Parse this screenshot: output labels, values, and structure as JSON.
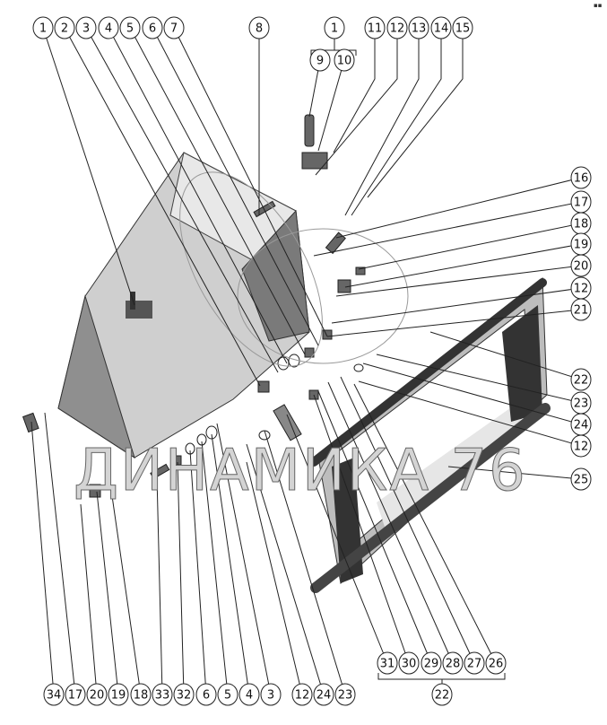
{
  "diagram": {
    "top_callouts": [
      "1",
      "2",
      "3",
      "4",
      "5",
      "6",
      "7",
      "8"
    ],
    "assembly_top": {
      "label": "1",
      "parts": [
        "9",
        "10"
      ]
    },
    "top_right_callouts": [
      "11",
      "12",
      "13",
      "14",
      "15"
    ],
    "right_callouts": [
      "16",
      "17",
      "18",
      "19",
      "20",
      "12",
      "21",
      "22",
      "23",
      "24",
      "12",
      "25"
    ],
    "bottom_callouts": [
      "34",
      "17",
      "20",
      "19",
      "18",
      "33",
      "32",
      "6",
      "5",
      "4",
      "3",
      "12",
      "24",
      "23"
    ],
    "assembly_bottom": {
      "label": "22",
      "parts": [
        "31",
        "30",
        "29",
        "28",
        "27",
        "26"
      ]
    },
    "watermark": "ДИНАМИКА 76"
  }
}
